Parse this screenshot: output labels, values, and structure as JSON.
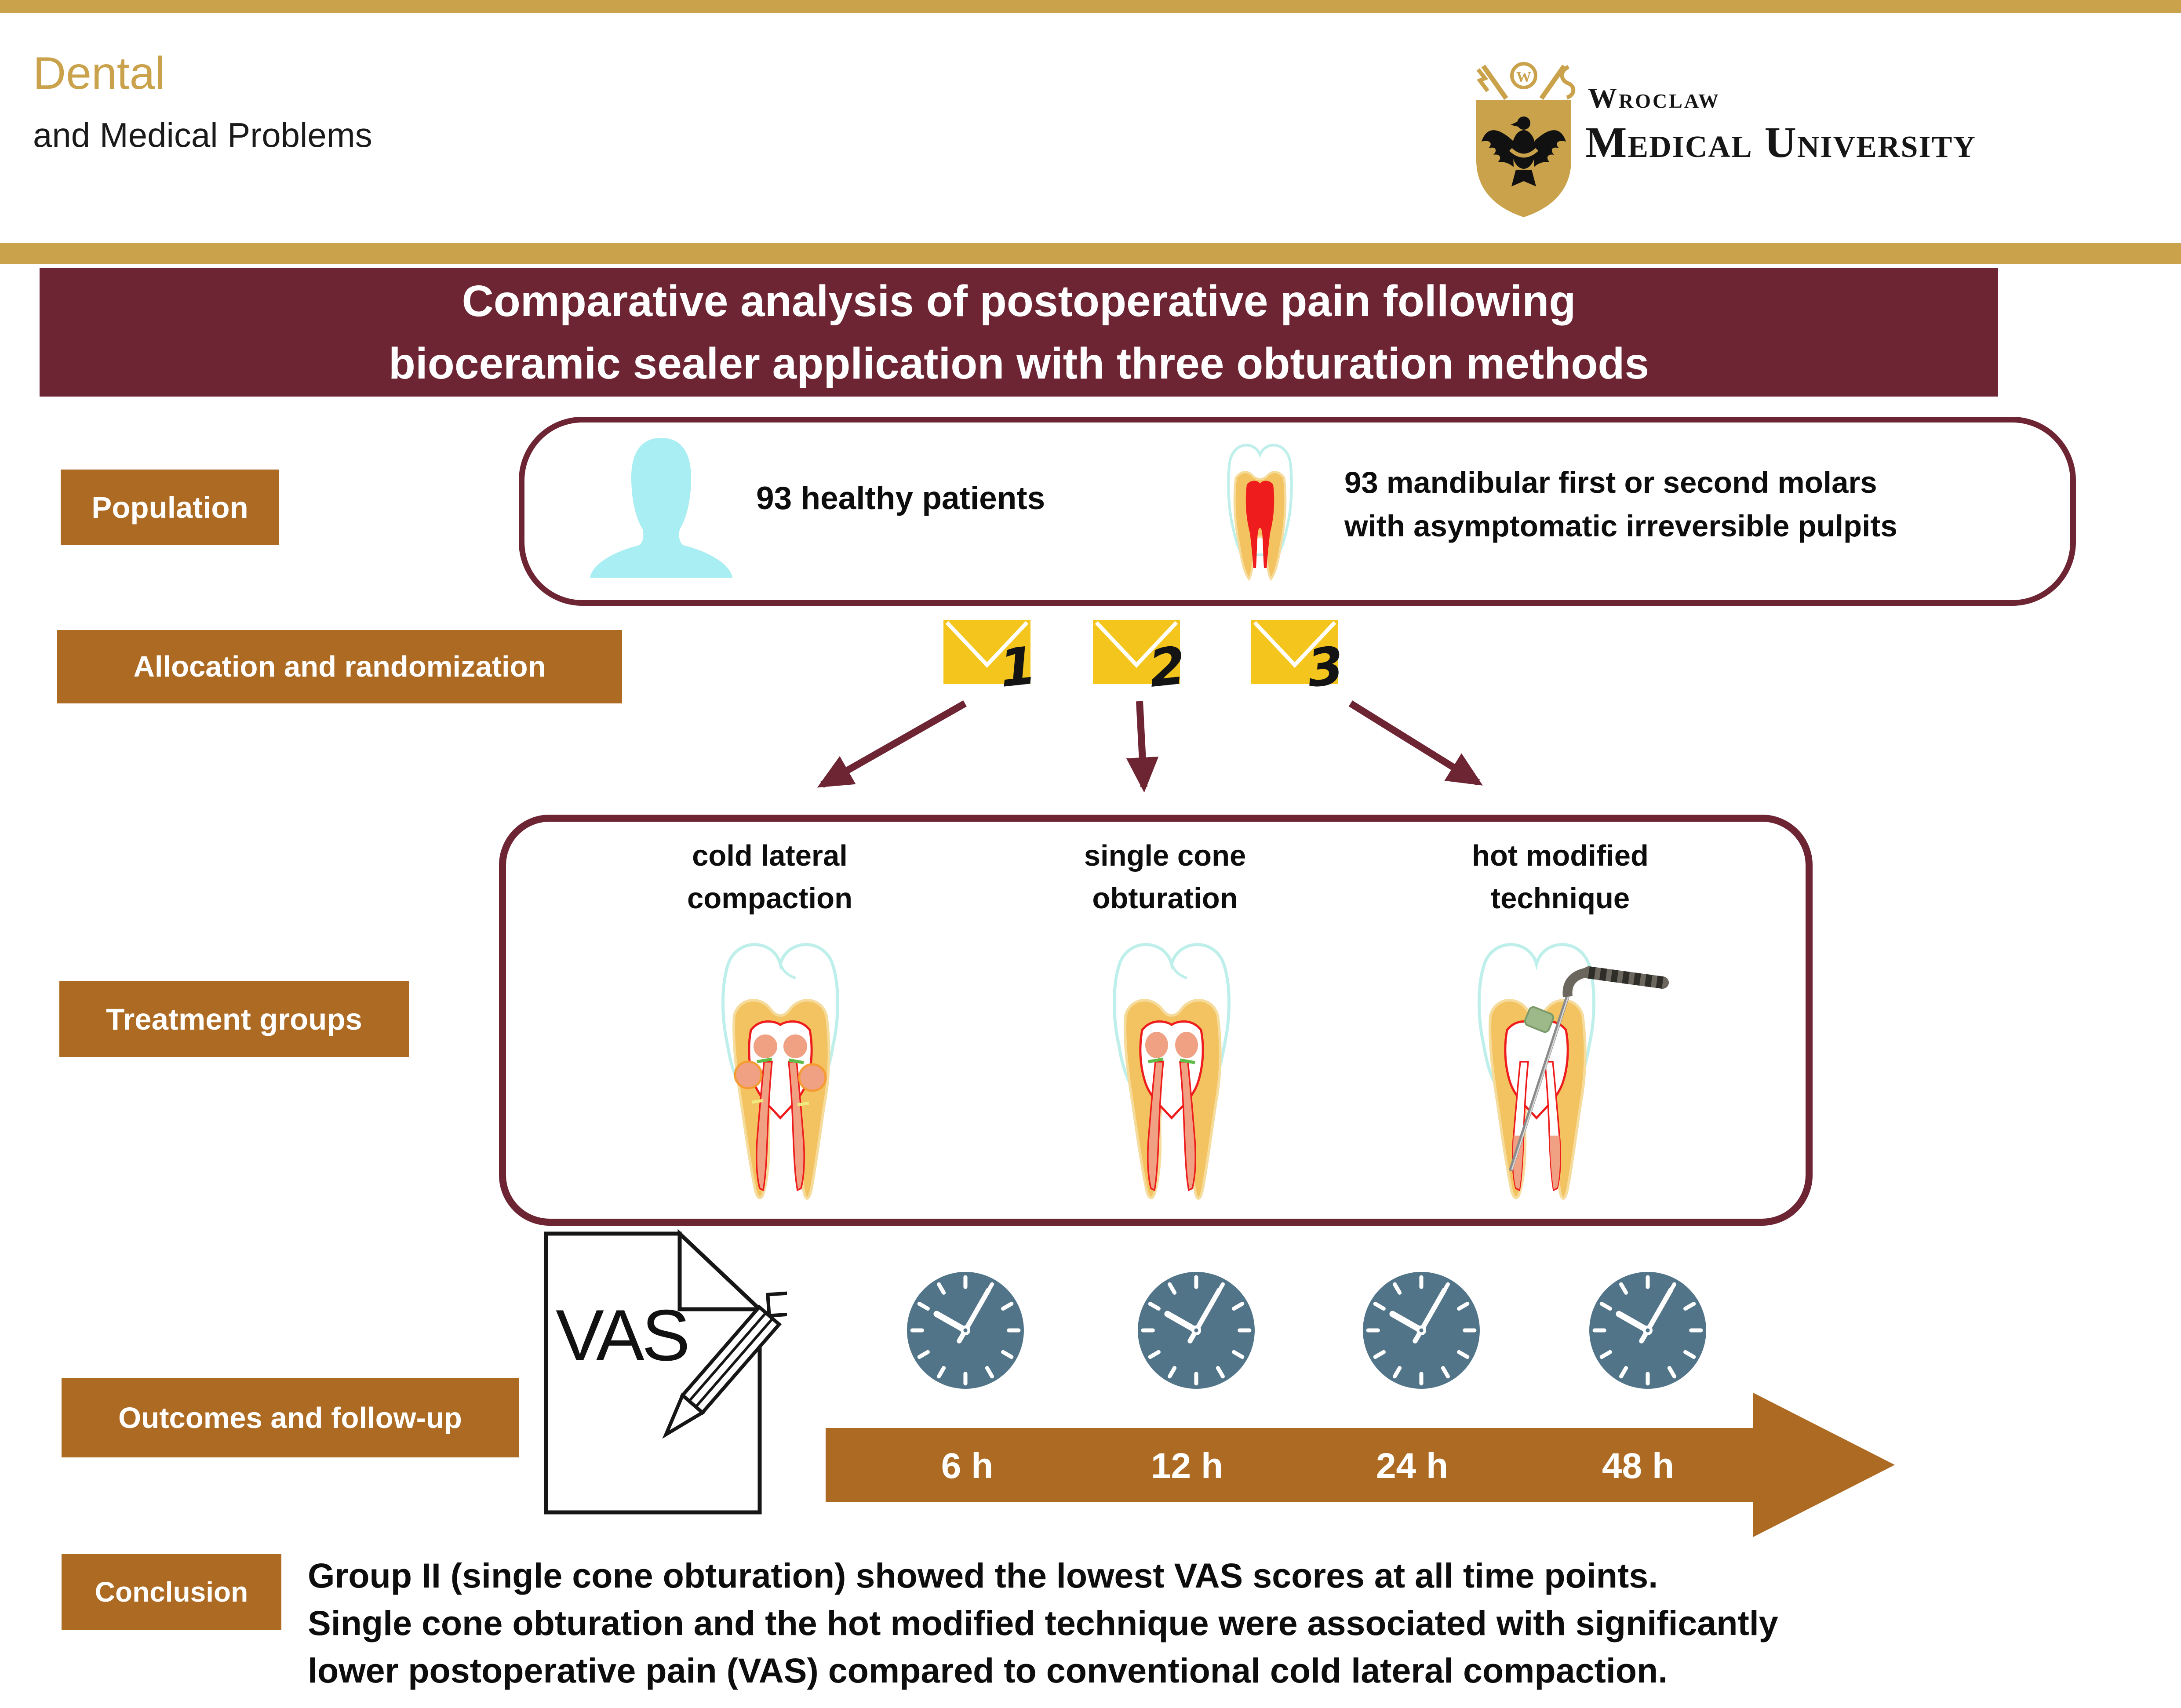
{
  "colors": {
    "gold": "#C9A24B",
    "maroon": "#6D2433",
    "label_brown": "#AD6A22",
    "envelope_yellow": "#F4C51D",
    "clock_slate": "#517488",
    "person_cyan": "#A8EEF2",
    "tooth_outline_cyan": "#BFEFEA",
    "dentin_gold": "#F2C360",
    "gutta_salmon": "#F0A183",
    "pulp_red": "#EE1C1C",
    "accessory_orange": "#F59B33",
    "tick_green": "#5DBB46",
    "tick_yellow": "#EFE97F"
  },
  "header": {
    "journal_name_line1": "Dental",
    "journal_name_line2": "and Medical Problems",
    "university_name_line1": "Wroclaw",
    "university_name_line2": "Medical University",
    "crest_monogram": "W"
  },
  "title": {
    "line1": "Comparative analysis of postoperative pain following",
    "line2": "bioceramic sealer application with three obturation methods"
  },
  "population": {
    "label": "Population",
    "patients": "93 healthy patients",
    "molars_line1": "93 mandibular first or second molars",
    "molars_line2": "with asymptomatic irreversible pulpits"
  },
  "allocation": {
    "label": "Allocation and randomization",
    "envelopes": [
      {
        "number": "1"
      },
      {
        "number": "2"
      },
      {
        "number": "3"
      }
    ]
  },
  "treatment": {
    "label": "Treatment groups",
    "groups": [
      {
        "name_line1": "cold lateral",
        "name_line2": "compaction"
      },
      {
        "name_line1": "single cone",
        "name_line2": "obturation"
      },
      {
        "name_line1": "hot modified",
        "name_line2": "technique"
      }
    ]
  },
  "outcomes": {
    "label": "Outcomes and follow-up",
    "scale": "VAS",
    "timepoints": [
      "6 h",
      "12 h",
      "24 h",
      "48 h"
    ]
  },
  "conclusion": {
    "label": "Conclusion",
    "text_line1": "Group II (single cone obturation) showed the lowest VAS scores at all time points.",
    "text_line2": "Single cone obturation and the hot modified technique were associated with significantly",
    "text_line3": "lower postoperative pain (VAS) compared to conventional cold lateral compaction."
  }
}
